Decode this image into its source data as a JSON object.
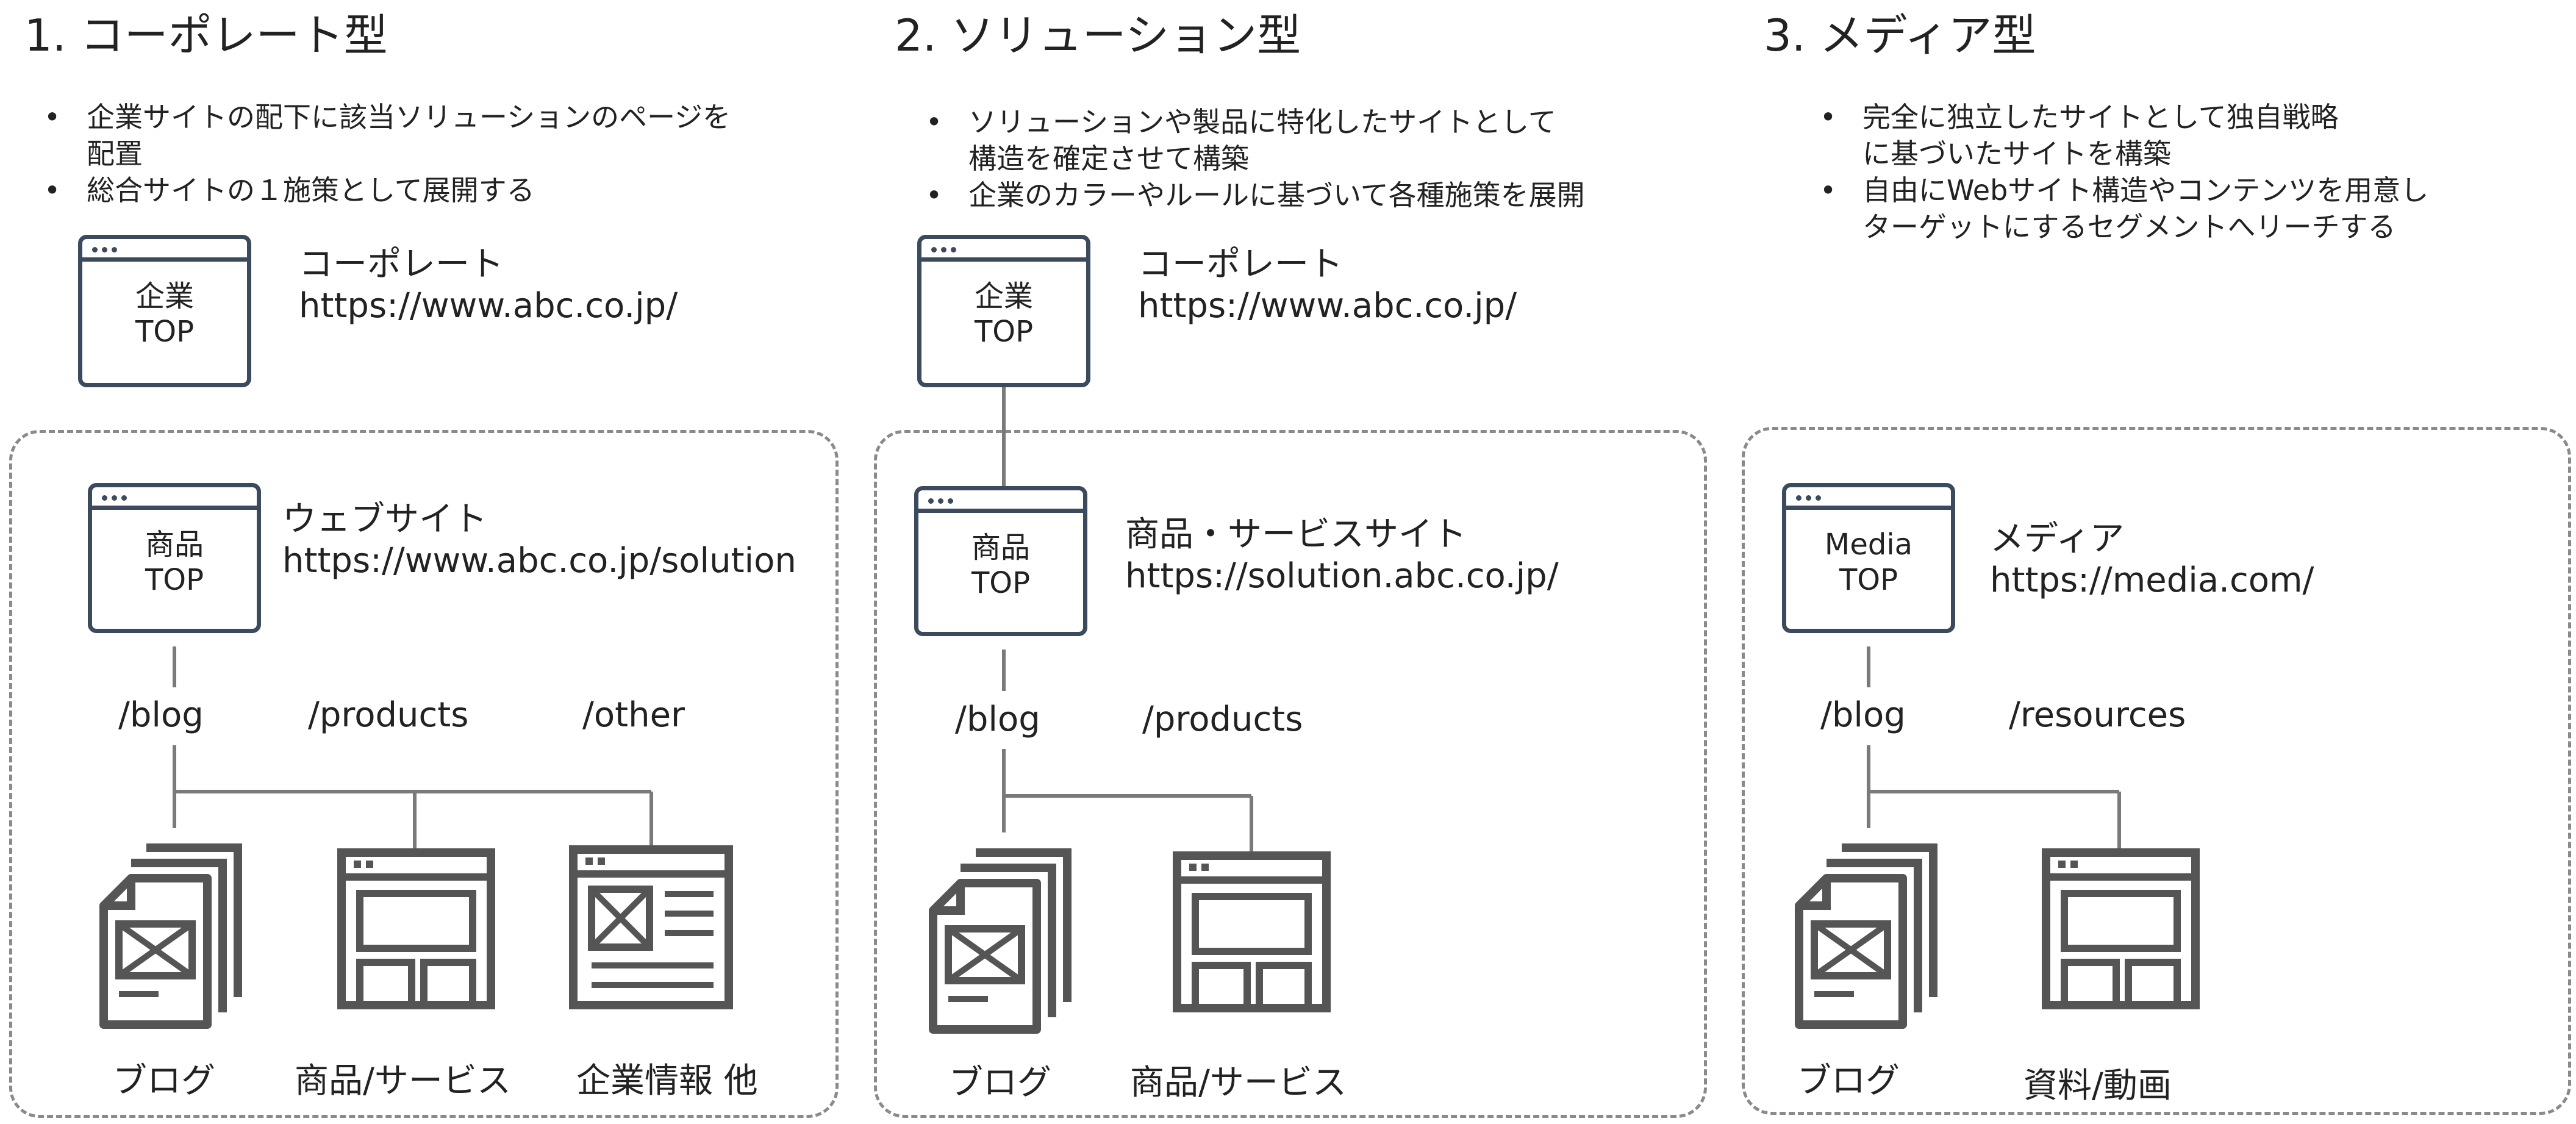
{
  "colors": {
    "frame": "#3b4a5c",
    "icon": "#555555",
    "connector": "#7a7a7a",
    "dashed": "#8a8a8a",
    "text": "#222222"
  },
  "columns": [
    {
      "title": "1. コーポレート型",
      "bullets": [
        "企業サイトの配下に該当ソリューションのページを\n配置",
        "総合サイトの１施策として展開する"
      ],
      "top_site": {
        "label_line1": "企業",
        "label_line2": "TOP",
        "name": "コーポレート",
        "url": "https://www.abc.co.jp/"
      },
      "sub_site": {
        "label_line1": "商品",
        "label_line2": "TOP",
        "name": "ウェブサイト",
        "url": "https://www.abc.co.jp/solution"
      },
      "paths": [
        "/blog",
        "/products",
        "/other"
      ],
      "captions": [
        "ブログ",
        "商品/サービス",
        "企業情報 他"
      ]
    },
    {
      "title": "2. ソリューション型",
      "bullets": [
        "ソリューションや製品に特化したサイトとして\n構造を確定させて構築",
        "企業のカラーやルールに基づいて各種施策を展開"
      ],
      "top_site": {
        "label_line1": "企業",
        "label_line2": "TOP",
        "name": "コーポレート",
        "url": "https://www.abc.co.jp/"
      },
      "sub_site": {
        "label_line1": "商品",
        "label_line2": "TOP",
        "name": "商品・サービスサイト",
        "url": "https://solution.abc.co.jp/"
      },
      "paths": [
        "/blog",
        "/products"
      ],
      "captions": [
        "ブログ",
        "商品/サービス"
      ]
    },
    {
      "title": "3. メディア型",
      "bullets": [
        "完全に独立したサイトとして独自戦略\nに基づいたサイトを構築",
        "自由にWebサイト構造やコンテンツを用意し\nターゲットにするセグメントへリーチする"
      ],
      "sub_site": {
        "label_line1": "Media",
        "label_line2": "TOP",
        "name": "メディア",
        "url": "https://media.com/"
      },
      "paths": [
        "/blog",
        "/resources"
      ],
      "captions": [
        "ブログ",
        "資料/動画"
      ]
    }
  ]
}
